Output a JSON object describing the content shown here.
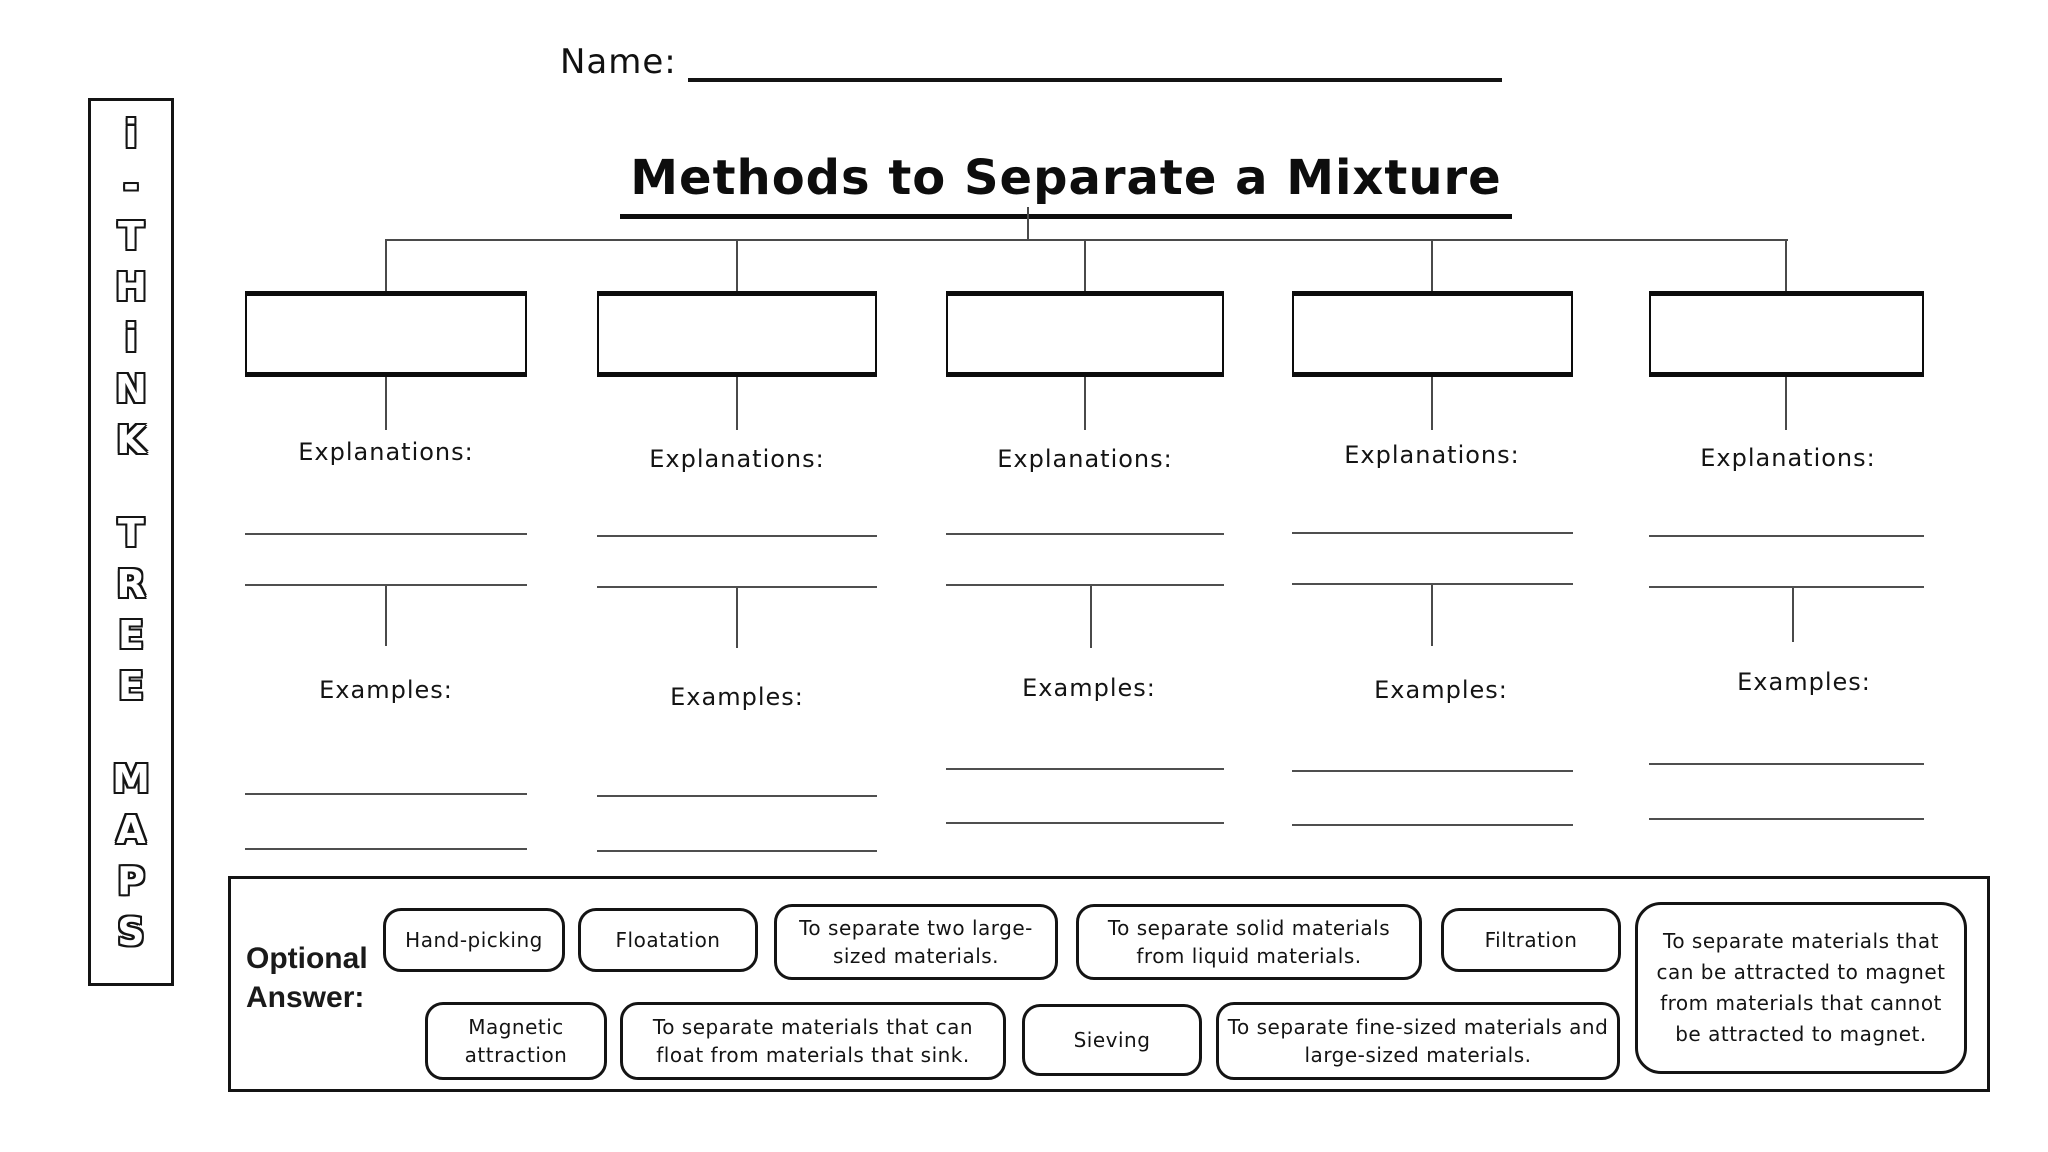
{
  "header": {
    "name_label": "Name:",
    "title": "Methods to Separate a Mixture"
  },
  "logo": {
    "group1": [
      "i",
      "-",
      "T",
      "H",
      "i",
      "N",
      "K"
    ],
    "group2": [
      "T",
      "R",
      "E",
      "E"
    ],
    "group3": [
      "M",
      "A",
      "P",
      "S"
    ]
  },
  "columns": [
    {
      "explanations_label": "Explanations:",
      "examples_label": "Examples:"
    },
    {
      "explanations_label": "Explanations:",
      "examples_label": "Examples:"
    },
    {
      "explanations_label": "Explanations:",
      "examples_label": "Examples:"
    },
    {
      "explanations_label": "Explanations:",
      "examples_label": "Examples:"
    },
    {
      "explanations_label": "Explanations:",
      "examples_label": "Examples:"
    }
  ],
  "optional_answer": {
    "label_line1": "Optional",
    "label_line2": "Answer:",
    "row1": [
      "Hand-picking",
      "Floatation",
      "To separate two large-sized materials.",
      "To separate solid materials from liquid materials.",
      "Filtration"
    ],
    "side": "To separate materials that can be attracted to magnet from materials that cannot be attracted to magnet.",
    "row2": [
      "Magnetic attraction",
      "To separate materials that can float from materials that sink.",
      "Sieving",
      "To separate fine-sized materials and large-sized materials."
    ]
  },
  "colors": {
    "ink": "#111111",
    "line": "#4a4a4a",
    "background": "#ffffff"
  }
}
